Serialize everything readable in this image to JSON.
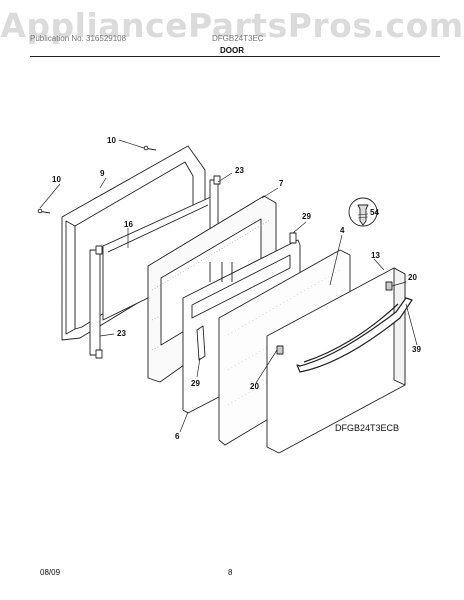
{
  "watermark": "AppliancePartsPros.com",
  "header": {
    "publication_line": "Publication No. 316529108",
    "model": "DFGB24T3EC",
    "section_title": "DOOR"
  },
  "diagram": {
    "model_code": "DFGB24T3ECB",
    "callouts": [
      "10",
      "10",
      "9",
      "23",
      "7",
      "16",
      "29",
      "4",
      "54",
      "13",
      "20",
      "23",
      "39",
      "29",
      "20",
      "6"
    ]
  },
  "footer": {
    "date": "08/09",
    "page": "8"
  }
}
